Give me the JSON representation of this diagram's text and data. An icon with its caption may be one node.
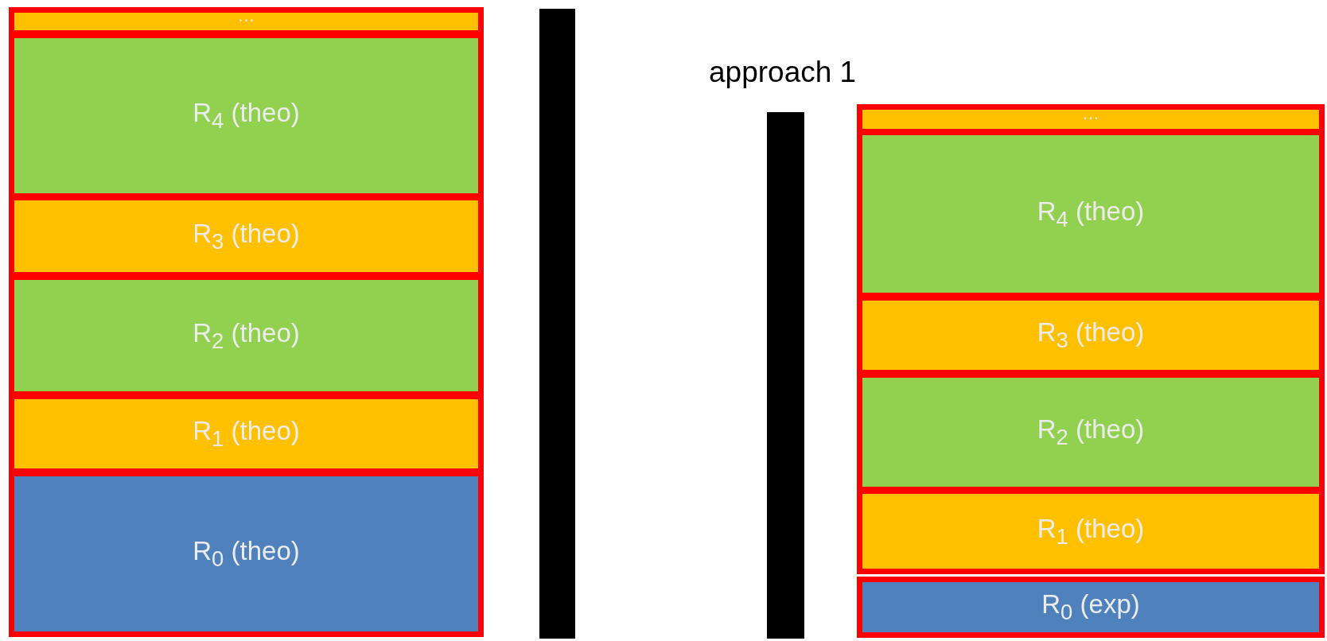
{
  "diagram": {
    "nodes": [
      {
        "text": [
          "…"
        ]
      },
      {
        "text": [
          "R$_{4}$ (theo)"
        ]
      },
      {
        "text": [
          "R$_{3}$ (theo)"
        ]
      },
      {
        "text": [
          "R$_{2}$ (theo)"
        ]
      },
      {
        "text": [
          "R$_{1}$ (theo)"
        ]
      },
      {
        "text": [
          "R$_{0}$ (theo)"
        ]
      },
      {
        "text": [],
        "shape": "bar"
      },
      {
        "text": [],
        "shape": "bar"
      },
      {
        "text": [
          "…"
        ]
      },
      {
        "text": [
          "R$_{4}$ (theo)"
        ]
      },
      {
        "text": [
          "R$_{3}$ (theo)"
        ]
      },
      {
        "text": [
          "R$_{2}$ (theo)"
        ]
      },
      {
        "text": [
          "R$_{1}$ (theo)"
        ]
      },
      {
        "text": [
          "R$_{0}$ (exp)"
        ]
      }
    ],
    "labels": [
      "approach 1"
    ]
  }
}
